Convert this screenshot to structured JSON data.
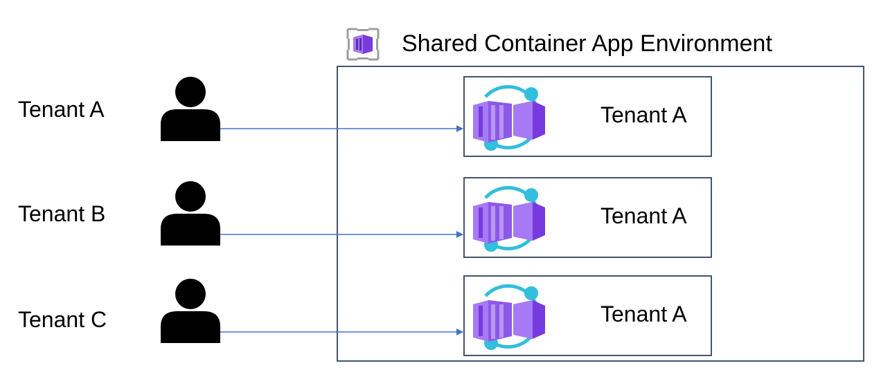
{
  "environment": {
    "title": "Shared Container App Environment",
    "icon": "container-app-environment-icon"
  },
  "tenants": [
    {
      "label": "Tenant A",
      "icon": "person-icon"
    },
    {
      "label": "Tenant B",
      "icon": "person-icon"
    },
    {
      "label": "Tenant C",
      "icon": "person-icon"
    }
  ],
  "apps": [
    {
      "label": "Tenant A",
      "icon": "container-app-icon"
    },
    {
      "label": "Tenant A",
      "icon": "container-app-icon"
    },
    {
      "label": "Tenant A",
      "icon": "container-app-icon"
    }
  ],
  "colors": {
    "arrow": "#4472c4",
    "box_border": "#44546a",
    "purple_light": "#a67af4",
    "purple_dark": "#773adc",
    "cyan": "#32bedd"
  }
}
